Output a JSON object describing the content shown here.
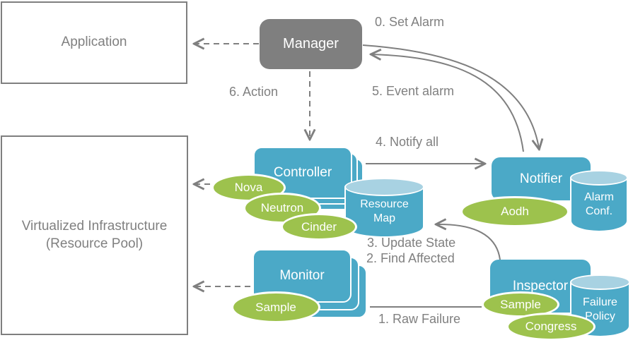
{
  "diagram_title": "Fault management architecture diagram",
  "colors": {
    "node_blue": "#4BA9C7",
    "cylinder_top_blue": "#A8D2E2",
    "plugin_green": "#9DC24D",
    "manager_gray": "#7F7F7F",
    "line_gray": "#7F7F7F",
    "label_gray": "#808080",
    "background": "#FFFFFF"
  },
  "nodes": {
    "application": {
      "label": "Application"
    },
    "virtualized_infrastructure": {
      "label_line1": "Virtualized  Infrastructure",
      "label_line2": "(Resource Pool)"
    },
    "manager": {
      "label": "Manager"
    },
    "controller": {
      "label": "Controller"
    },
    "monitor": {
      "label": "Monitor"
    },
    "notifier": {
      "label": "Notifier"
    },
    "inspector": {
      "label": "Inspector"
    }
  },
  "datastores": {
    "resource_map": {
      "line1": "Resource",
      "line2": "Map"
    },
    "alarm_conf": {
      "line1": "Alarm",
      "line2": "Conf."
    },
    "failure_policy": {
      "line1": "Failure",
      "line2": "Policy"
    }
  },
  "plugins": {
    "nova": "Nova",
    "neutron": "Neutron",
    "cinder": "Cinder",
    "sample_monitor": "Sample",
    "aodh": "Aodh",
    "sample_inspector": "Sample",
    "congress": "Congress"
  },
  "flow_labels": {
    "set_alarm": "0. Set Alarm",
    "event_alarm": "5. Event alarm",
    "action": "6. Action",
    "notify_all": "4. Notify all",
    "update_state": "3. Update State",
    "find_affected": "2. Find Affected",
    "raw_failure": "1. Raw Failure"
  }
}
